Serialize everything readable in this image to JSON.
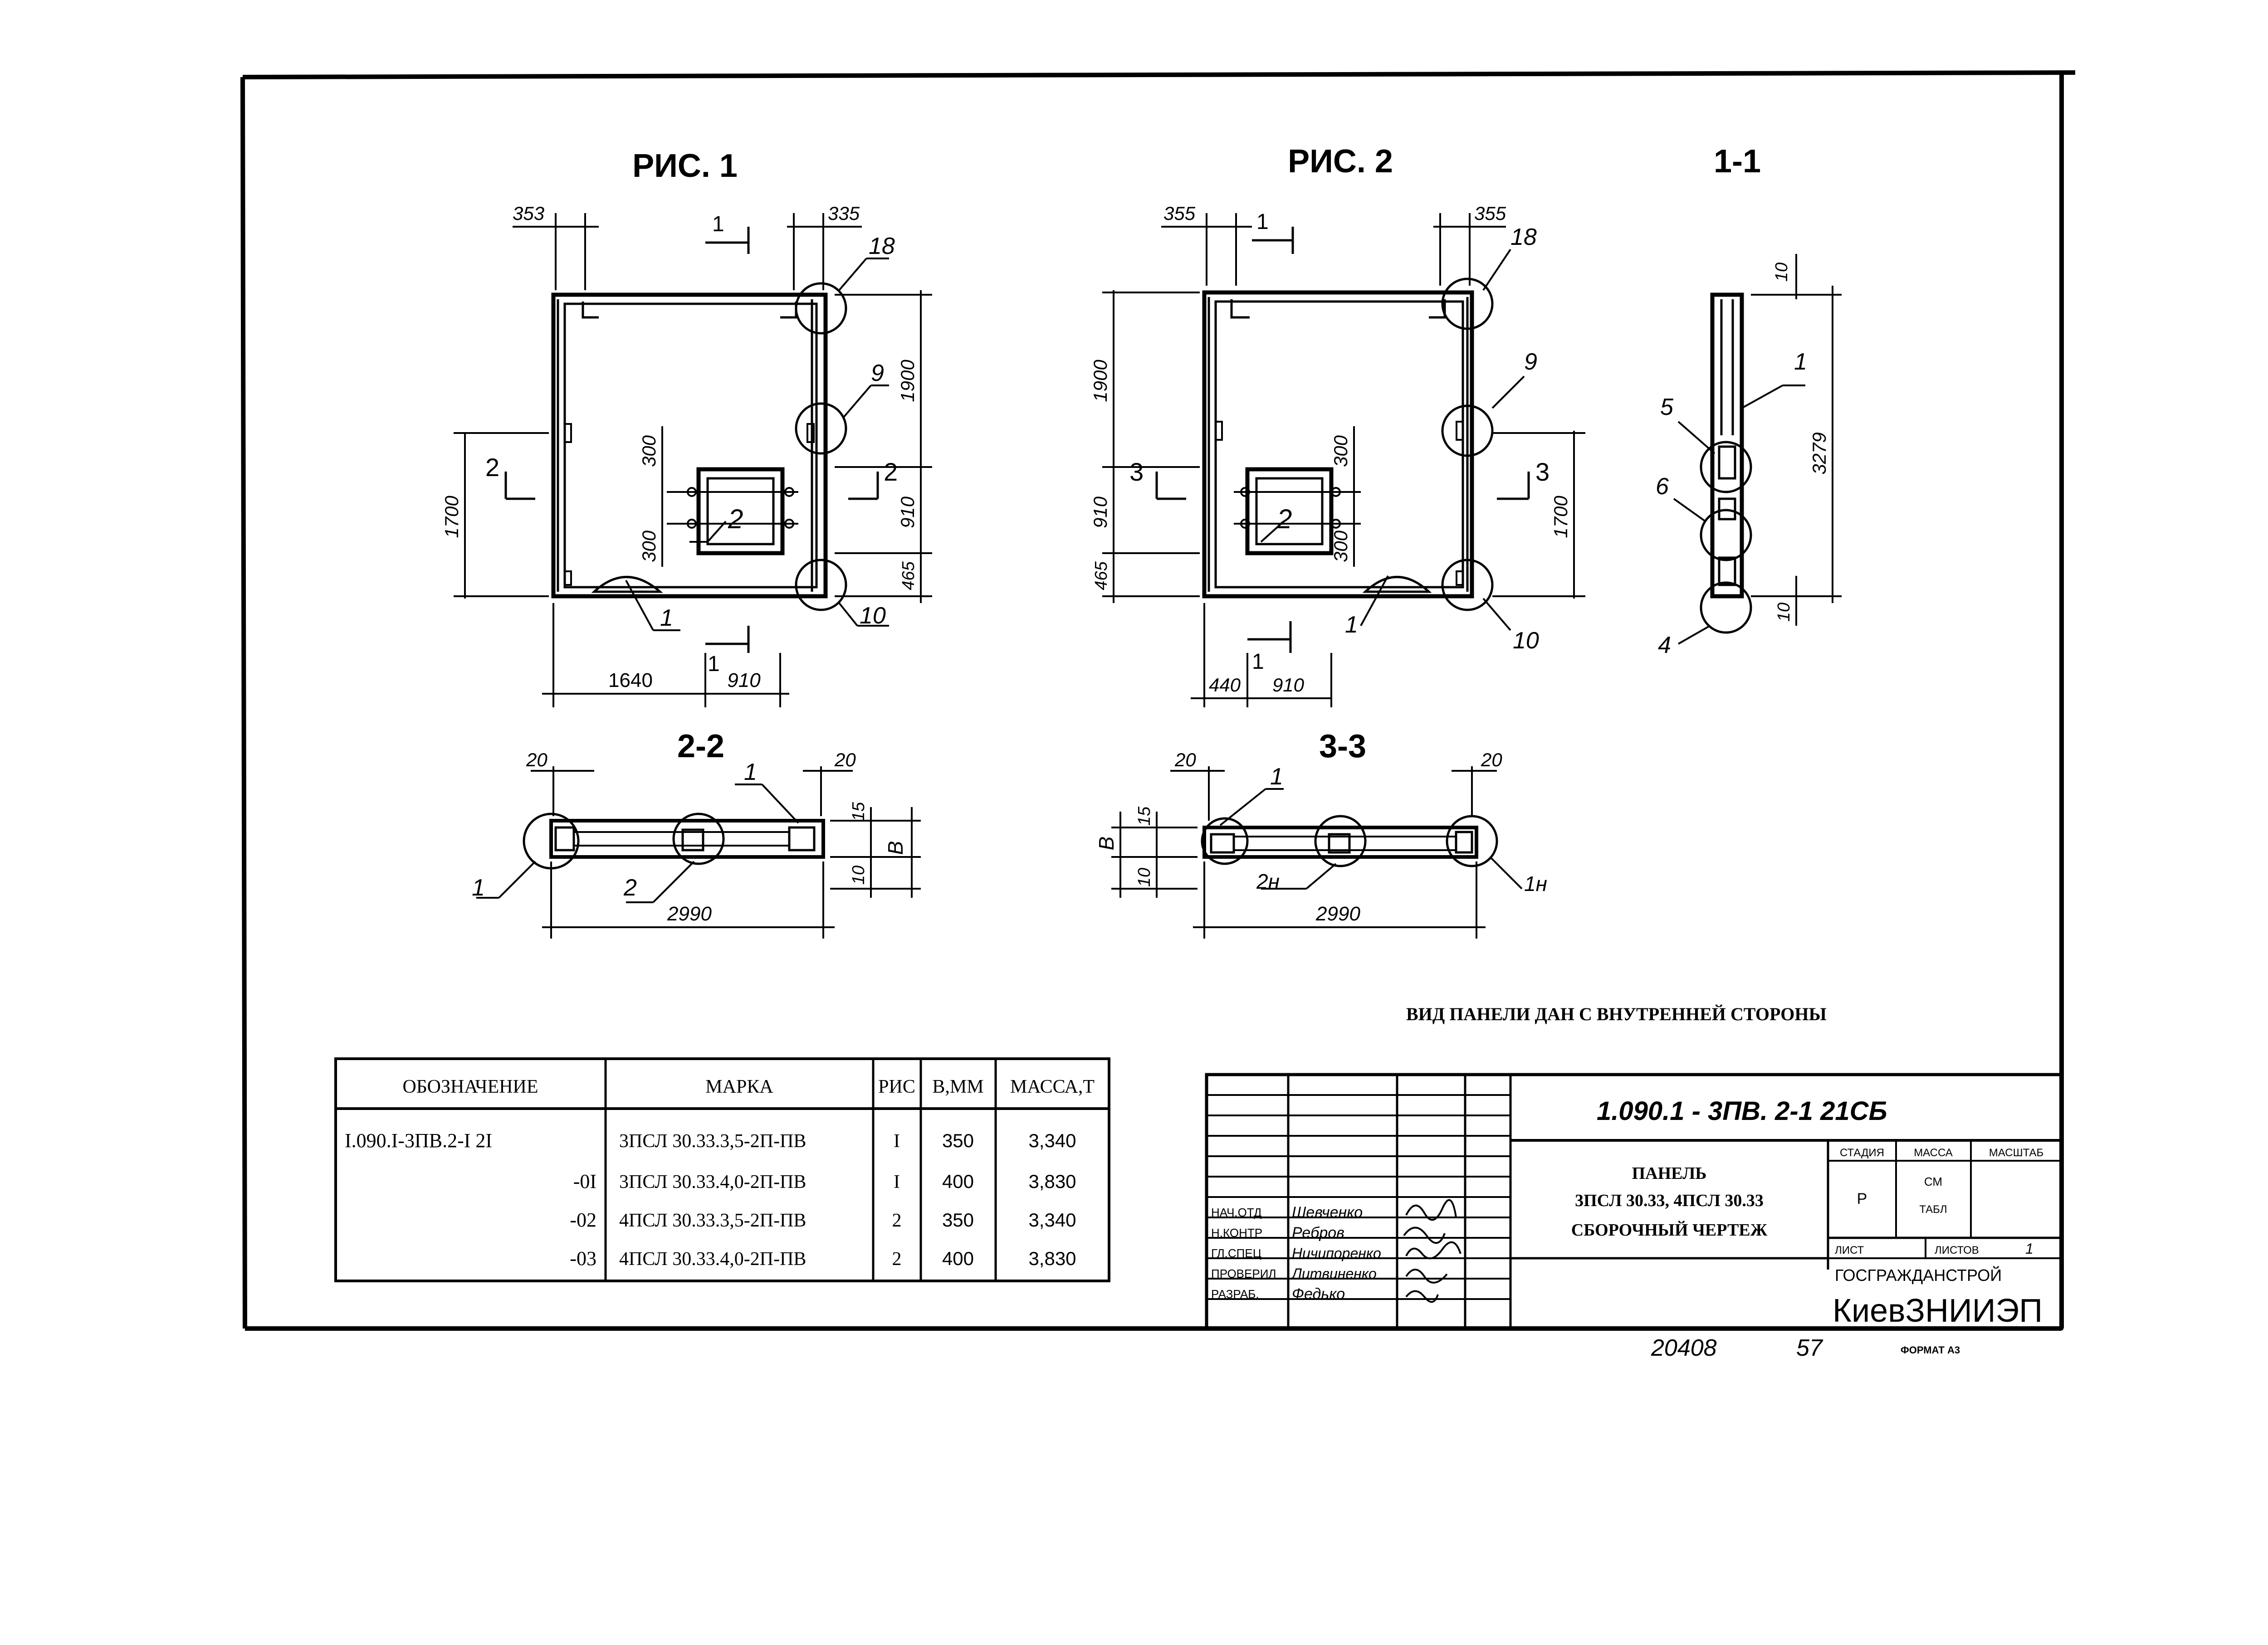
{
  "figures": {
    "fig1": {
      "title": "РИС. 1",
      "dims": {
        "top_left": "353",
        "top_right": "335",
        "left": "1700",
        "right_top": "1900",
        "right_mid": "910",
        "right_bottom": "465",
        "opening_top": "300",
        "opening_bottom": "300",
        "bottom_left": "1640",
        "bottom_right": "910"
      },
      "section_marks": {
        "top": "1",
        "bottom": "1",
        "left": "2",
        "right": "2"
      },
      "callouts": {
        "c18": "18",
        "c9": "9",
        "c10": "10",
        "c1": "1",
        "c2": "2"
      }
    },
    "fig2": {
      "title": "РИС. 2",
      "dims": {
        "top_left": "355",
        "top_right": "355",
        "left_top": "1900",
        "left_mid": "910",
        "left_bottom": "465",
        "right": "1700",
        "opening_top": "300",
        "opening_bottom": "300",
        "bottom_left": "440",
        "bottom_right": "910"
      },
      "section_marks": {
        "top": "1",
        "bottom": "1",
        "left": "3",
        "right": "3"
      },
      "callouts": {
        "c18": "18",
        "c9": "9",
        "c10": "10",
        "c1": "1",
        "c2": "2"
      }
    },
    "sec11": {
      "title": "1-1",
      "dims": {
        "top": "10",
        "height": "3279",
        "bottom": "10"
      },
      "callouts": {
        "c1": "1",
        "c5": "5",
        "c6": "6",
        "c4": "4"
      }
    },
    "sec22": {
      "title": "2-2",
      "dims": {
        "left": "20",
        "right": "20",
        "d15": "15",
        "dB": "В",
        "d10": "10",
        "length": "2990"
      },
      "callouts": {
        "c1a": "1",
        "c1b": "1",
        "c2": "2"
      }
    },
    "sec33": {
      "title": "3-3",
      "dims": {
        "left": "20",
        "right": "20",
        "d15": "15",
        "dB": "В",
        "d10": "10",
        "length": "2990"
      },
      "callouts": {
        "c1": "1",
        "c2n": "2н",
        "c1n": "1н"
      }
    }
  },
  "note": "ВИД ПАНЕЛИ ДАН С ВНУТРЕННЕЙ СТОРОНЫ",
  "spec_table": {
    "headers": [
      "ОБОЗНАЧЕНИЕ",
      "МАРКА",
      "РИС",
      "В,ММ",
      "МАССА,Т"
    ],
    "rows": [
      [
        "I.090.I-3ПВ.2-I 2I",
        "3ПСЛ 30.33.3,5-2П-ПВ",
        "I",
        "350",
        "3,340"
      ],
      [
        "-0I",
        "3ПСЛ 30.33.4,0-2П-ПВ",
        "I",
        "400",
        "3,830"
      ],
      [
        "-02",
        "4ПСЛ 30.33.3,5-2П-ПВ",
        "2",
        "350",
        "3,340"
      ],
      [
        "-03",
        "4ПСЛ 30.33.4,0-2П-ПВ",
        "2",
        "400",
        "3,830"
      ]
    ]
  },
  "title_block": {
    "code": "1.090.1 - 3ПВ. 2-1     21СБ",
    "name_lines": [
      "ПАНЕЛЬ",
      "3ПСЛ 30.33, 4ПСЛ 30.33",
      "СБОРОЧНЫЙ ЧЕРТЕЖ"
    ],
    "col_headers": [
      "СТАДИЯ",
      "МАССА",
      "МАСШТАБ"
    ],
    "stage": "Р",
    "mass": [
      "СМ",
      "ТАБЛ"
    ],
    "sheet_label": "ЛИСТ",
    "sheets_label": "ЛИСТОВ",
    "sheets_value": "1",
    "org_top": "ГОСГРАЖДАНСТРОЙ",
    "org_main": "КиевЗНИИЭП",
    "signatures": [
      {
        "role": "НАЧ.ОТД",
        "name": "Шевченко"
      },
      {
        "role": "Н.КОНТР",
        "name": "Ребров"
      },
      {
        "role": "ГЛ.СПЕЦ",
        "name": "Ничипоренко"
      },
      {
        "role": "ПРОВЕРИЛ",
        "name": "Литвиненко"
      },
      {
        "role": "РАЗРАБ.",
        "name": "Федько"
      }
    ]
  },
  "footer": {
    "number": "20408",
    "page": "57",
    "format": "ФОРМАТ А3"
  }
}
